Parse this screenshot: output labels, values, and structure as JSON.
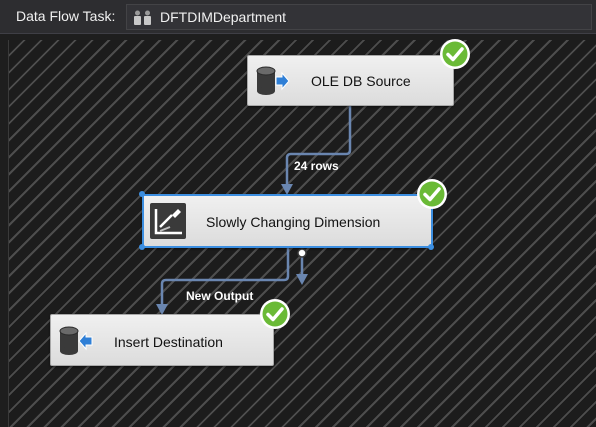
{
  "toolbar": {
    "label": "Data Flow Task:",
    "task_name": "DFTDIMDepartment",
    "task_icon": "data-flow-task-icon"
  },
  "components": {
    "source": {
      "label": "OLE DB Source",
      "icon": "database-source-icon",
      "status": "success"
    },
    "scd": {
      "label": "Slowly Changing Dimension",
      "icon": "slowly-changing-dimension-icon",
      "status": "success"
    },
    "destination": {
      "label": "Insert Destination",
      "icon": "database-destination-icon",
      "status": "success"
    }
  },
  "flows": {
    "source_to_scd": "24 rows",
    "scd_to_destination": "New Output"
  },
  "colors": {
    "selection": "#3c8ee0",
    "success": "#6aba36",
    "flow_line": "#6a86b0"
  }
}
